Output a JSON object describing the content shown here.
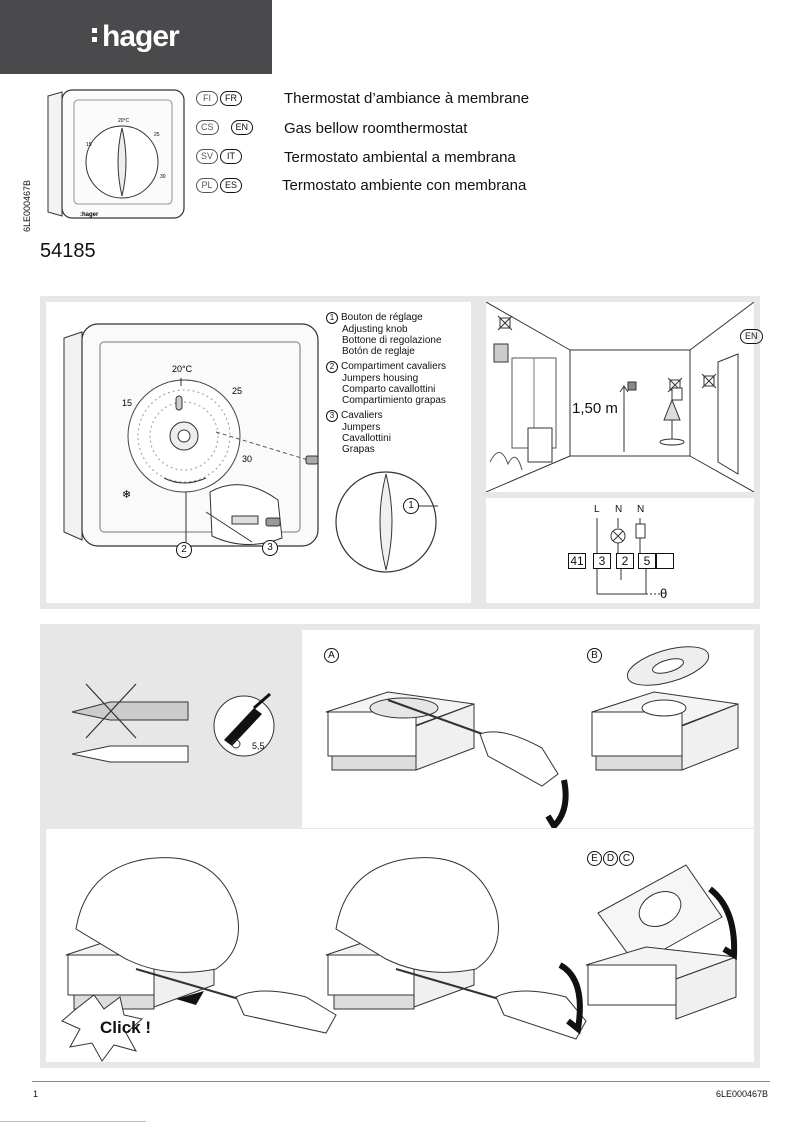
{
  "header": {
    "logo_text": "hager"
  },
  "product": {
    "number": "54185",
    "doc_code_vertical": "6LE000467B"
  },
  "languages": [
    {
      "codes": [
        "FI",
        "FR"
      ],
      "active": "FR",
      "title": "Thermostat d’ambiance à membrane"
    },
    {
      "codes": [
        "CS",
        "EN"
      ],
      "active": "EN",
      "title": "Gas bellow roomthermostat"
    },
    {
      "codes": [
        "SV",
        "IT"
      ],
      "active": "IT",
      "title": "Termostato ambiental a membrana"
    },
    {
      "codes": [
        "PL",
        "ES"
      ],
      "active": "ES",
      "title": "Termostato ambiente con membrana"
    }
  ],
  "dial": {
    "labels": [
      "20°C",
      "15",
      "25",
      "30"
    ]
  },
  "legend": [
    {
      "num": "1",
      "lines": [
        "Bouton de réglage",
        "Adjusting knob",
        "Bottone di regolazione",
        "Botón de reglaje"
      ]
    },
    {
      "num": "2",
      "lines": [
        "Compartiment cavaliers",
        "Jumpers housing",
        "Comparto cavallottini",
        "Compartimiento grapas"
      ]
    },
    {
      "num": "3",
      "lines": [
        "Cavaliers",
        "Jumpers",
        "Cavallottini",
        "Grapas"
      ]
    }
  ],
  "callouts": {
    "one": "1",
    "two": "2",
    "three": "3"
  },
  "installation": {
    "height_label": "1,50 m",
    "lang_badge": "EN"
  },
  "wiring": {
    "wire_labels": [
      "L",
      "N",
      "N"
    ],
    "terminals": [
      "41",
      "3",
      "2",
      "5"
    ],
    "theta": "θ"
  },
  "tool": {
    "size_label": "5,5"
  },
  "steps": {
    "a": "A",
    "b": "B",
    "edc": [
      "E",
      "D",
      "C"
    ]
  },
  "click_label": "Click !",
  "footer": {
    "page_number": "1",
    "doc_code": "6LE000467B"
  }
}
